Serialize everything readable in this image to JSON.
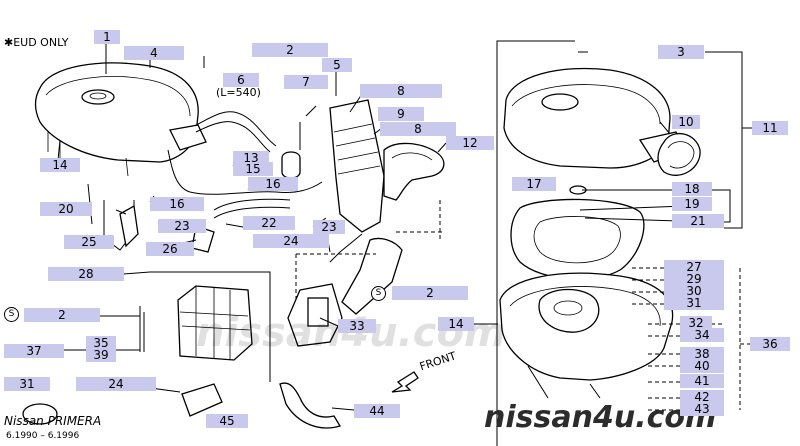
{
  "diagram": {
    "note": "✱EUD ONLY",
    "brand": "Nissan PRIMERA",
    "dates": "6.1990 – 6.1996",
    "watermark": "nissan4u.com",
    "watermark_center": "nissan4u.com",
    "length_note": "(L=540)",
    "front_label": "FRONT",
    "s_symbol": "S",
    "callouts": [
      {
        "id": "c1",
        "text": "1"
      },
      {
        "id": "c4",
        "text": "4"
      },
      {
        "id": "c2a",
        "text": "2"
      },
      {
        "id": "c5",
        "text": "5"
      },
      {
        "id": "c6",
        "text": "6"
      },
      {
        "id": "c7",
        "text": "7"
      },
      {
        "id": "c8a",
        "text": "8"
      },
      {
        "id": "c9",
        "text": "9"
      },
      {
        "id": "c8b",
        "text": "8"
      },
      {
        "id": "c12",
        "text": "12"
      },
      {
        "id": "c14a",
        "text": "14"
      },
      {
        "id": "c13",
        "text": "13"
      },
      {
        "id": "c15",
        "text": "15"
      },
      {
        "id": "c16a",
        "text": "16"
      },
      {
        "id": "c16b",
        "text": "16"
      },
      {
        "id": "c20",
        "text": "20"
      },
      {
        "id": "c22",
        "text": "22"
      },
      {
        "id": "c23a",
        "text": "23"
      },
      {
        "id": "c23b",
        "text": "23"
      },
      {
        "id": "c25",
        "text": "25"
      },
      {
        "id": "c26",
        "text": "26"
      },
      {
        "id": "c24a",
        "text": "24"
      },
      {
        "id": "c28",
        "text": "28"
      },
      {
        "id": "c2b",
        "text": "2"
      },
      {
        "id": "c2c",
        "text": "2"
      },
      {
        "id": "c33",
        "text": "33"
      },
      {
        "id": "c35",
        "text": "35"
      },
      {
        "id": "c39",
        "text": "39"
      },
      {
        "id": "c37",
        "text": "37"
      },
      {
        "id": "c31a",
        "text": "31"
      },
      {
        "id": "c24b",
        "text": "24"
      },
      {
        "id": "c45",
        "text": "45"
      },
      {
        "id": "c44",
        "text": "44"
      },
      {
        "id": "c14b",
        "text": "14"
      },
      {
        "id": "c3",
        "text": "3"
      },
      {
        "id": "c10",
        "text": "10"
      },
      {
        "id": "c11",
        "text": "11"
      },
      {
        "id": "c17",
        "text": "17"
      },
      {
        "id": "c18",
        "text": "18"
      },
      {
        "id": "c19",
        "text": "19"
      },
      {
        "id": "c21",
        "text": "21"
      },
      {
        "id": "c27",
        "text": "27"
      },
      {
        "id": "c29",
        "text": "29"
      },
      {
        "id": "c30",
        "text": "30"
      },
      {
        "id": "c31b",
        "text": "31"
      },
      {
        "id": "c32",
        "text": "32"
      },
      {
        "id": "c34",
        "text": "34"
      },
      {
        "id": "c36",
        "text": "36"
      },
      {
        "id": "c38",
        "text": "38"
      },
      {
        "id": "c40",
        "text": "40"
      },
      {
        "id": "c41",
        "text": "41"
      },
      {
        "id": "c42",
        "text": "42"
      },
      {
        "id": "c43",
        "text": "43"
      }
    ]
  }
}
